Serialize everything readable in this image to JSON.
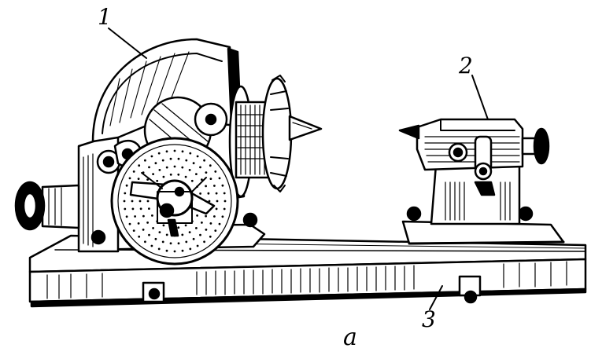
{
  "labels": {
    "one": "1",
    "two": "2",
    "three": "3",
    "caption": "а"
  },
  "colors": {
    "ink": "#000000",
    "paper": "#ffffff"
  }
}
